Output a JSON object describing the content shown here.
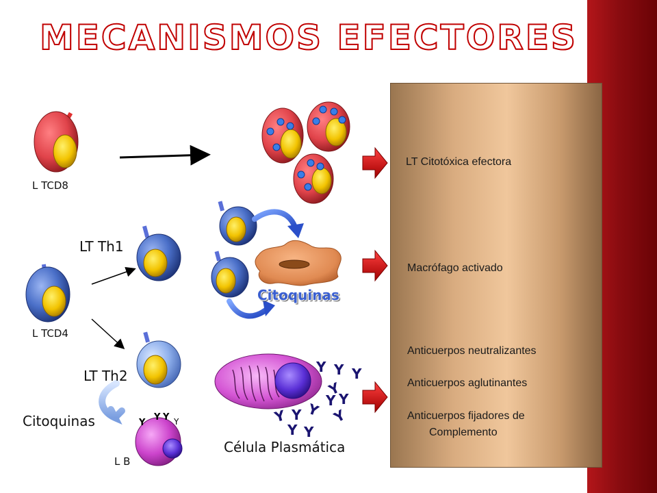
{
  "title": "MECANISMOS EFECTORES",
  "cells": {
    "l_tcd8": "L TCD8",
    "l_tcd4": "L TCD4",
    "lt_th1": "LT Th1",
    "lt_th2": "LT Th2",
    "l_b": "L B",
    "celula_plasmatica": "Célula Plasmática",
    "citoquinas_left": "Citoquinas",
    "citoquinas_center": "Citoquinas"
  },
  "effects": {
    "citotoxica": "LT Citotóxica efectora",
    "macrofago": "Macrófago activado",
    "anticuerpos_neutralizantes": "Anticuerpos neutralizantes",
    "anticuerpos_aglutinantes": "Anticuerpos aglutinantes",
    "anticuerpos_fijadores_line1": "Anticuerpos fijadores de",
    "anticuerpos_fijadores_line2": "Complemento"
  },
  "colors": {
    "accent_red": "#c00000",
    "side_bar": "#8a0c10",
    "panel": "#e8bd92",
    "cell_red": "#e0434a",
    "cell_blue": "#4a6fc8",
    "nucleus_yellow": "#f2c300",
    "plasma_purple": "#cc44cc"
  }
}
